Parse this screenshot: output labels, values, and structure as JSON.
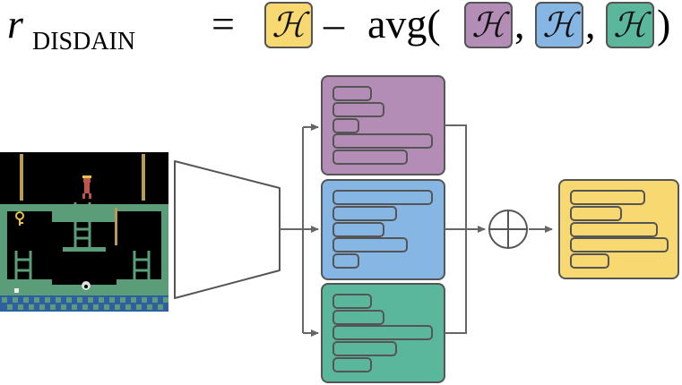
{
  "formula": {
    "r_symbol": "r",
    "r_subscript": "DISDAIN",
    "equals": "=",
    "h_symbol": "ℋ",
    "minus": "–",
    "avg": "avg(",
    "comma": ",",
    "close_paren": ")"
  },
  "colors": {
    "yellow": "#f8d870",
    "purple": "#b38db5",
    "blue": "#86b7e4",
    "green": "#5bb79c",
    "game_bg": "#000000",
    "game_wall": "#5b9d78",
    "game_floor": "#2f5fa0"
  },
  "icons": [
    "game-screenshot",
    "encoder-trapezoid",
    "oplus-icon"
  ]
}
